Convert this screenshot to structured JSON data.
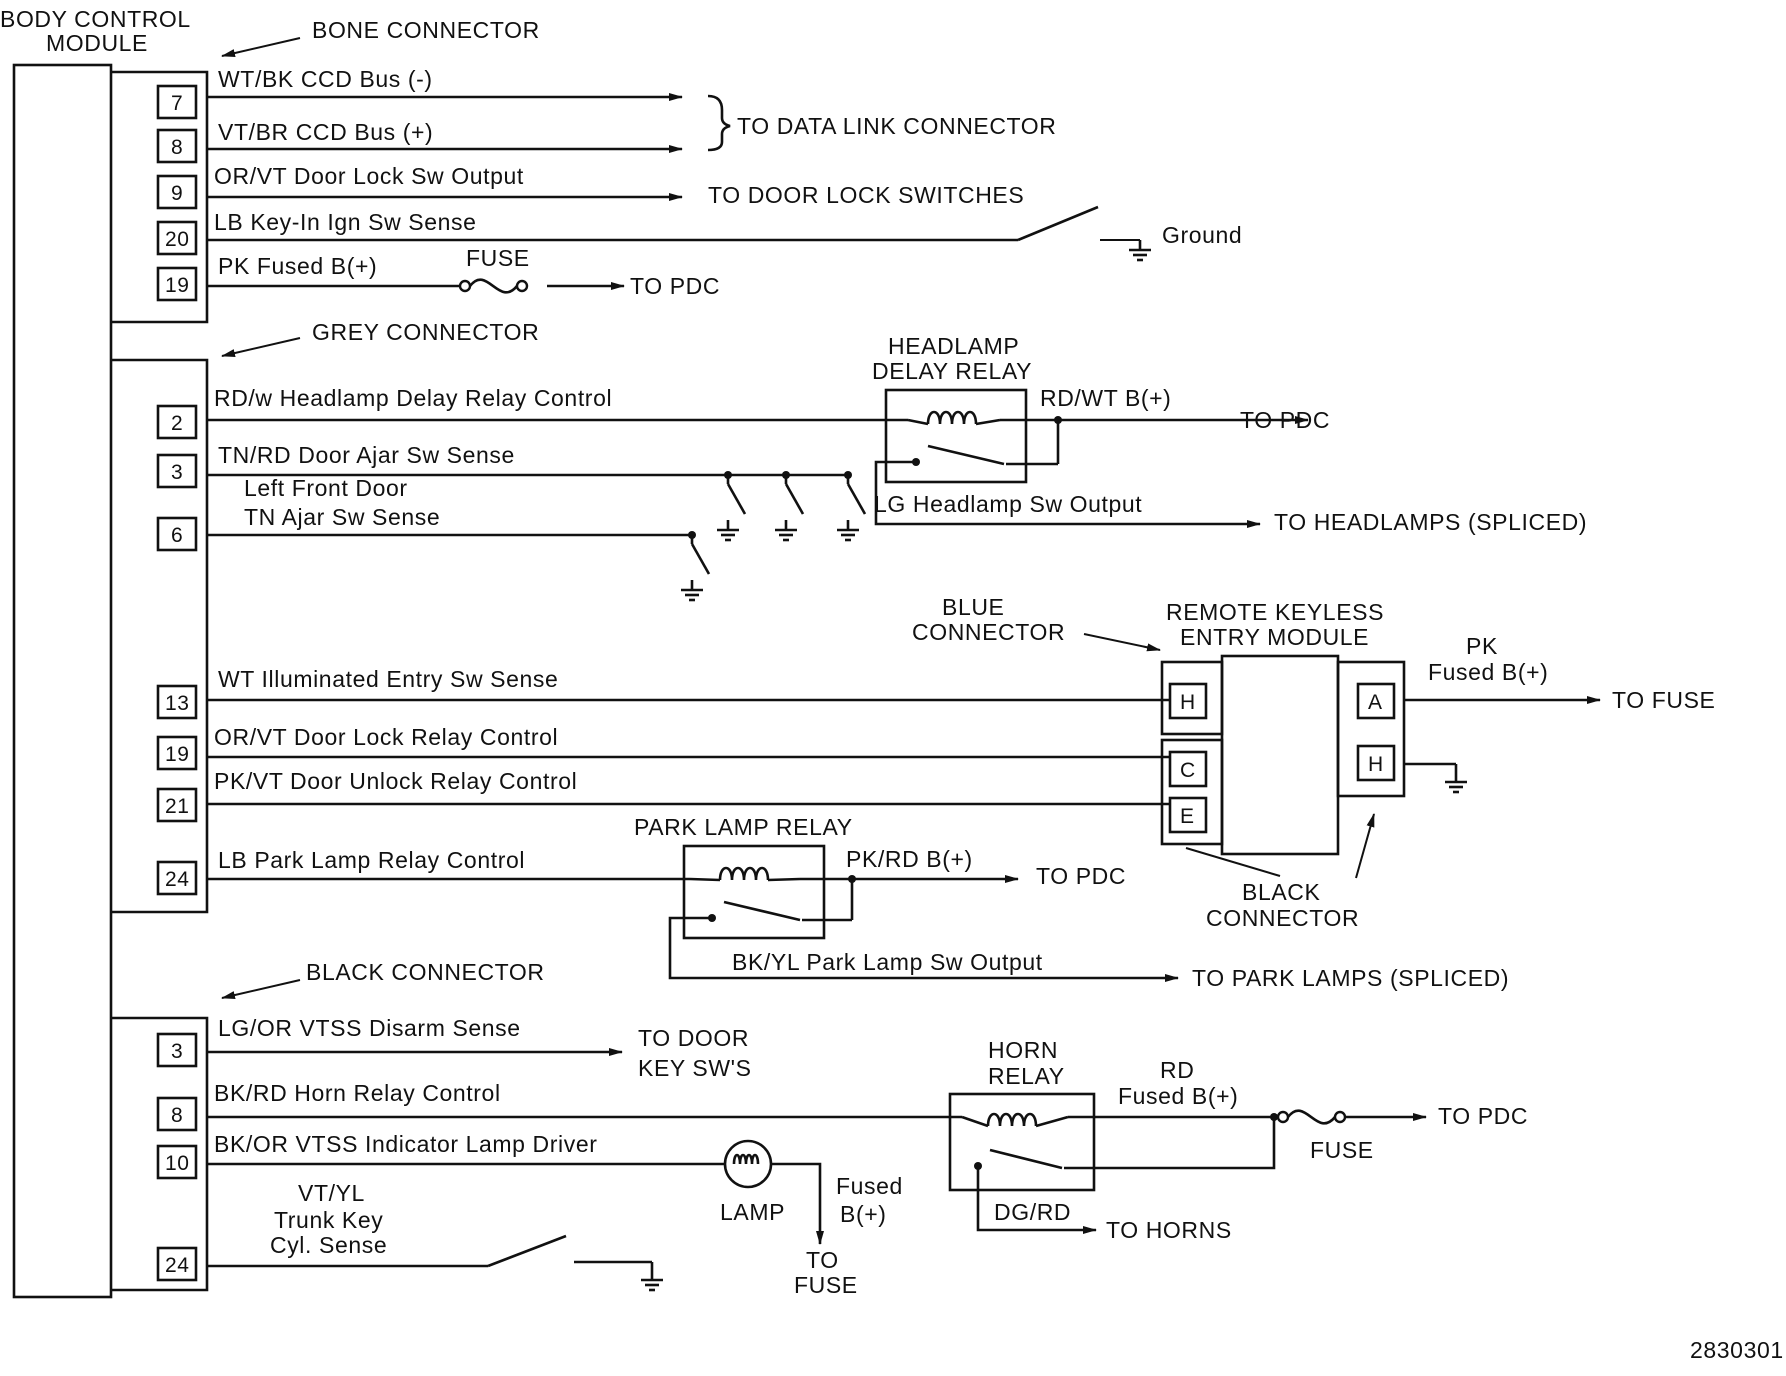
{
  "colors": {
    "ink": "#111111",
    "paper": "#ffffff"
  },
  "icons": [
    "ground-icon",
    "switch-icon",
    "relay-coil-icon",
    "fuse-icon",
    "lamp-icon",
    "arrow-icon"
  ],
  "bcm": {
    "title_line1": "BODY  CONTROL",
    "title_line2": "MODULE"
  },
  "bone": {
    "label": "BONE  CONNECTOR",
    "circuits": [
      {
        "pin": "7",
        "label": "WT/BK  CCD  Bus  (-)"
      },
      {
        "pin": "8",
        "label": "VT/BR  CCD  Bus  (+)"
      },
      {
        "pin": "9",
        "label": "OR/VT  Door  Lock  Sw  Output"
      },
      {
        "pin": "20",
        "label": "LB  Key-In  Ign  Sw  Sense"
      },
      {
        "pin": "19",
        "label": "PK  Fused  B(+)"
      }
    ],
    "to_data_link": "TO  DATA  LINK  CONNECTOR",
    "to_door_lock_switches": "TO  DOOR  LOCK  SWITCHES",
    "ground": "Ground",
    "fuse": "FUSE",
    "to_pdc": "TO  PDC"
  },
  "grey": {
    "label": "GREY  CONNECTOR",
    "circuits": [
      {
        "pin": "2",
        "label": "RD/w  Headlamp  Delay  Relay  Control"
      },
      {
        "pin": "3",
        "label": "TN/RD  Door  Ajar  Sw  Sense"
      },
      {
        "pin": "6",
        "label_line1": "Left  Front  Door",
        "label_line2": "TN  Ajar  Sw  Sense"
      },
      {
        "pin": "13",
        "label": "WT  Illuminated  Entry  Sw  Sense"
      },
      {
        "pin": "19",
        "label": "OR/VT  Door  Lock  Relay  Control"
      },
      {
        "pin": "21",
        "label": "PK/VT  Door  Unlock  Relay  Control"
      },
      {
        "pin": "24",
        "label": "LB  Park  Lamp  Relay  Control"
      }
    ]
  },
  "headlamp_relay": {
    "title_line1": "HEADLAMP",
    "title_line2": "DELAY  RELAY",
    "feed": "RD/WT  B(+)",
    "to_pdc": "TO  PDC",
    "output": "LG  Headlamp  Sw  Output",
    "to_headlamps": "TO  HEADLAMPS  (SPLICED)"
  },
  "rke": {
    "blue_line1": "BLUE",
    "blue_line2": "CONNECTOR",
    "title_line1": "REMOTE  KEYLESS",
    "title_line2": "ENTRY  MODULE",
    "pins_left": [
      "H",
      "C",
      "E"
    ],
    "pins_right": [
      "A",
      "H"
    ],
    "pk": "PK",
    "fused": "Fused  B(+)",
    "to_fuse": "TO  FUSE",
    "black_line1": "BLACK",
    "black_line2": "CONNECTOR"
  },
  "park_relay": {
    "title": "PARK  LAMP  RELAY",
    "feed": "PK/RD  B(+)",
    "to_pdc": "TO  PDC",
    "output": "BK/YL  Park  Lamp  Sw  Output",
    "to_park": "TO  PARK  LAMPS  (SPLICED)"
  },
  "black": {
    "label": "BLACK  CONNECTOR",
    "circuits": [
      {
        "pin": "3",
        "label": "LG/OR  VTSS  Disarm  Sense"
      },
      {
        "pin": "8",
        "label": "BK/RD  Horn  Relay  Control"
      },
      {
        "pin": "10",
        "label": "BK/OR  VTSS  Indicator  Lamp  Driver"
      },
      {
        "pin": "24",
        "label_line1": "VT/YL",
        "label_line2": "Trunk Key",
        "label_line3": "Cyl.  Sense"
      }
    ],
    "to_door_key_line1": "TO  DOOR",
    "to_door_key_line2": "KEY  SW'S"
  },
  "lamp": {
    "label": "LAMP",
    "fused_line1": "Fused",
    "fused_line2": "B(+)",
    "to_line1": "TO",
    "to_line2": "FUSE"
  },
  "horn_relay": {
    "title_line1": "HORN",
    "title_line2": "RELAY",
    "rd": "RD",
    "fused": "Fused  B(+)",
    "fuse": "FUSE",
    "to_pdc": "TO  PDC",
    "dgrd": "DG/RD",
    "to_horns": "TO  HORNS"
  },
  "figure_id": "2830301"
}
